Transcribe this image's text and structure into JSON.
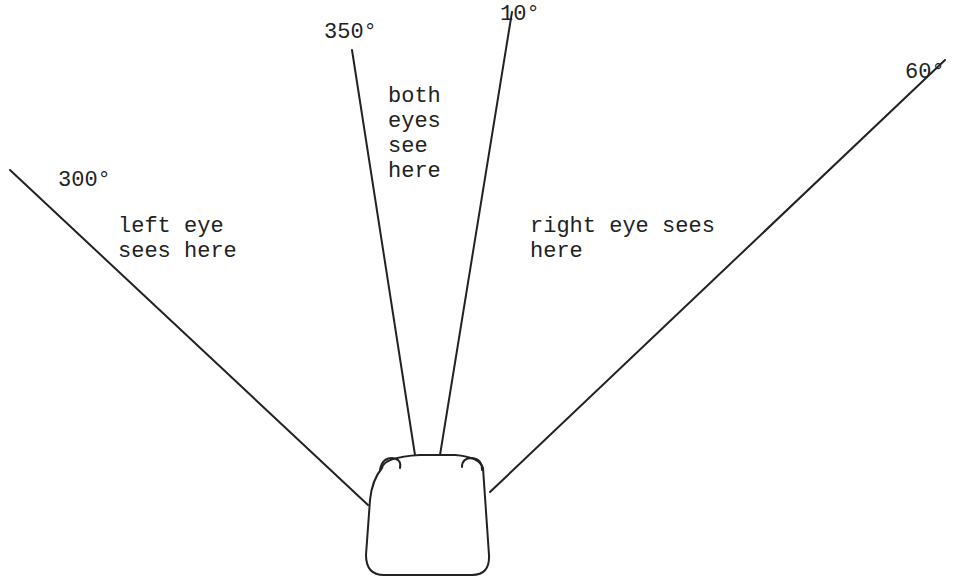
{
  "diagram": {
    "labels": [
      "350°",
      "10°",
      "300°",
      "60°",
      "both eyes see here",
      "left eye sees here",
      "right eye sees here"
    ]
  }
}
